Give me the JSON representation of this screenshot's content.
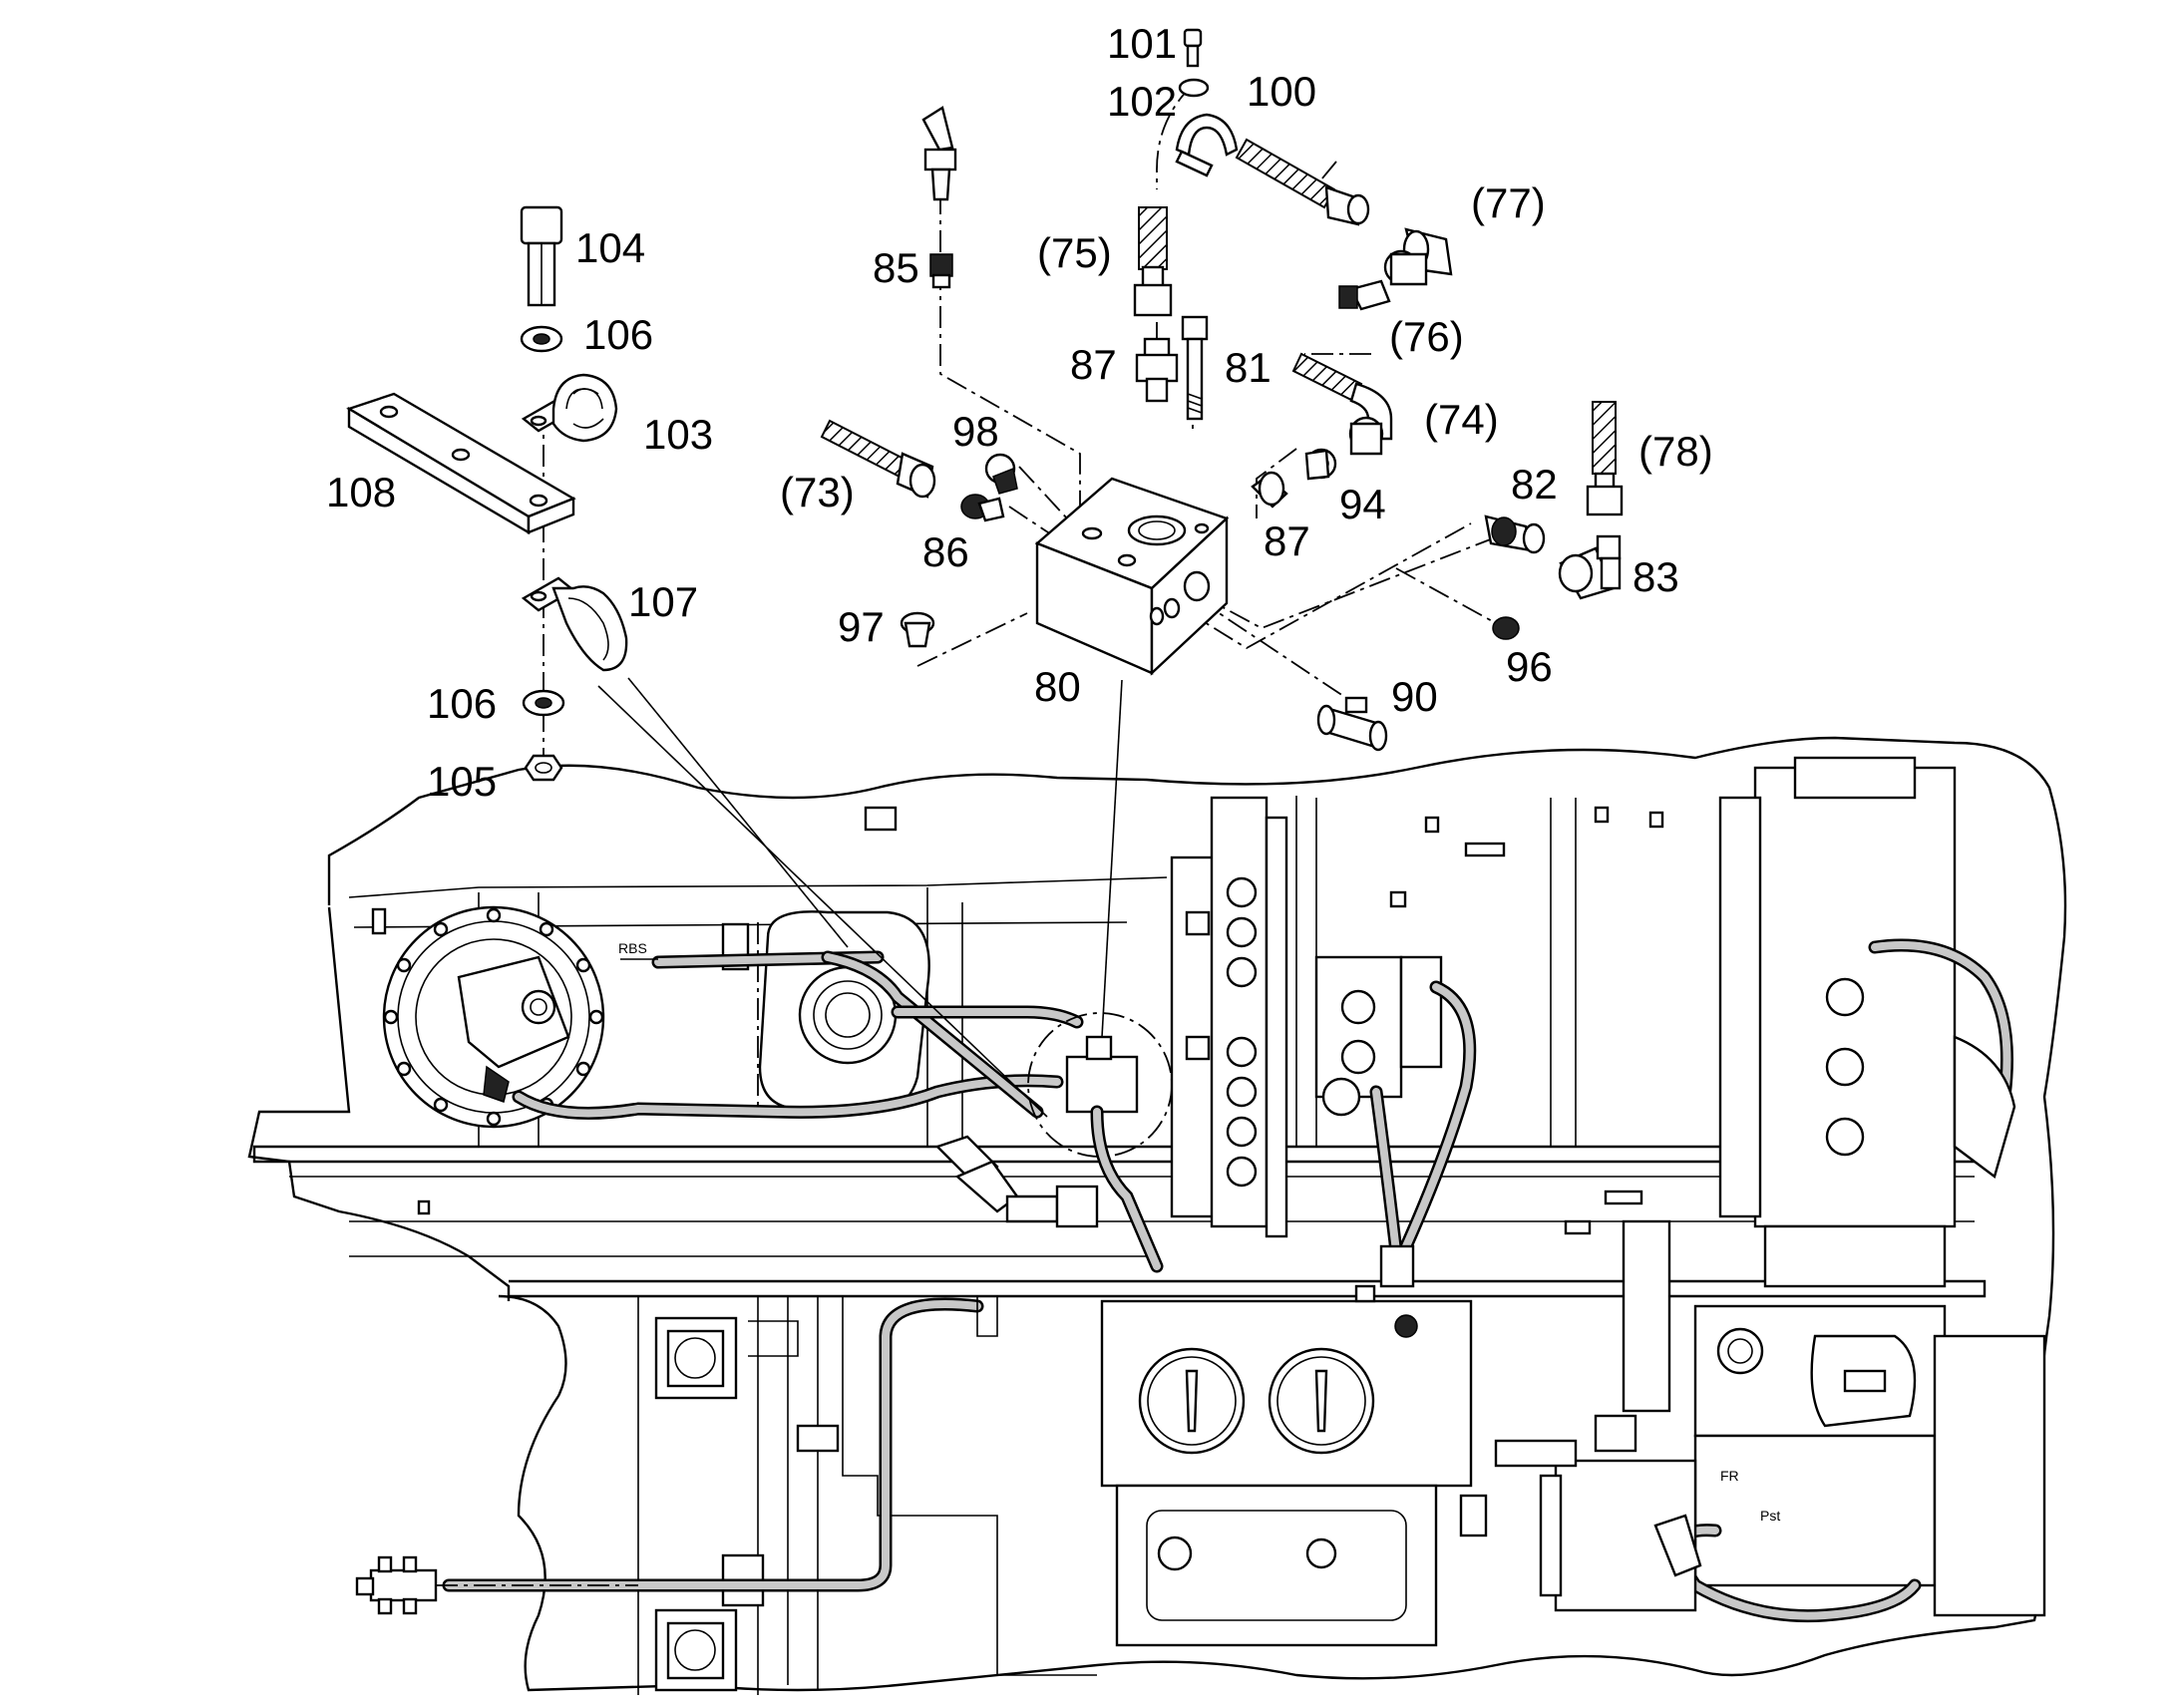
{
  "labels": {
    "l101": "101",
    "l102": "102",
    "l100": "100",
    "l104": "104",
    "l106a": "106",
    "l103": "103",
    "l108": "108",
    "l107": "107",
    "l106b": "106",
    "l105": "105",
    "l85": "85",
    "l75": "(75)",
    "l77": "(77)",
    "l76": "(76)",
    "l87a": "87",
    "l81": "81",
    "l74": "(74)",
    "l98": "98",
    "l73": "(73)",
    "l86": "86",
    "l87b": "87",
    "l94": "94",
    "l82": "82",
    "l78": "(78)",
    "l83": "83",
    "l97": "97",
    "l80": "80",
    "l96": "96",
    "l90": "90",
    "rbs": "RBS",
    "pst": "Pst",
    "fr": "FR"
  }
}
